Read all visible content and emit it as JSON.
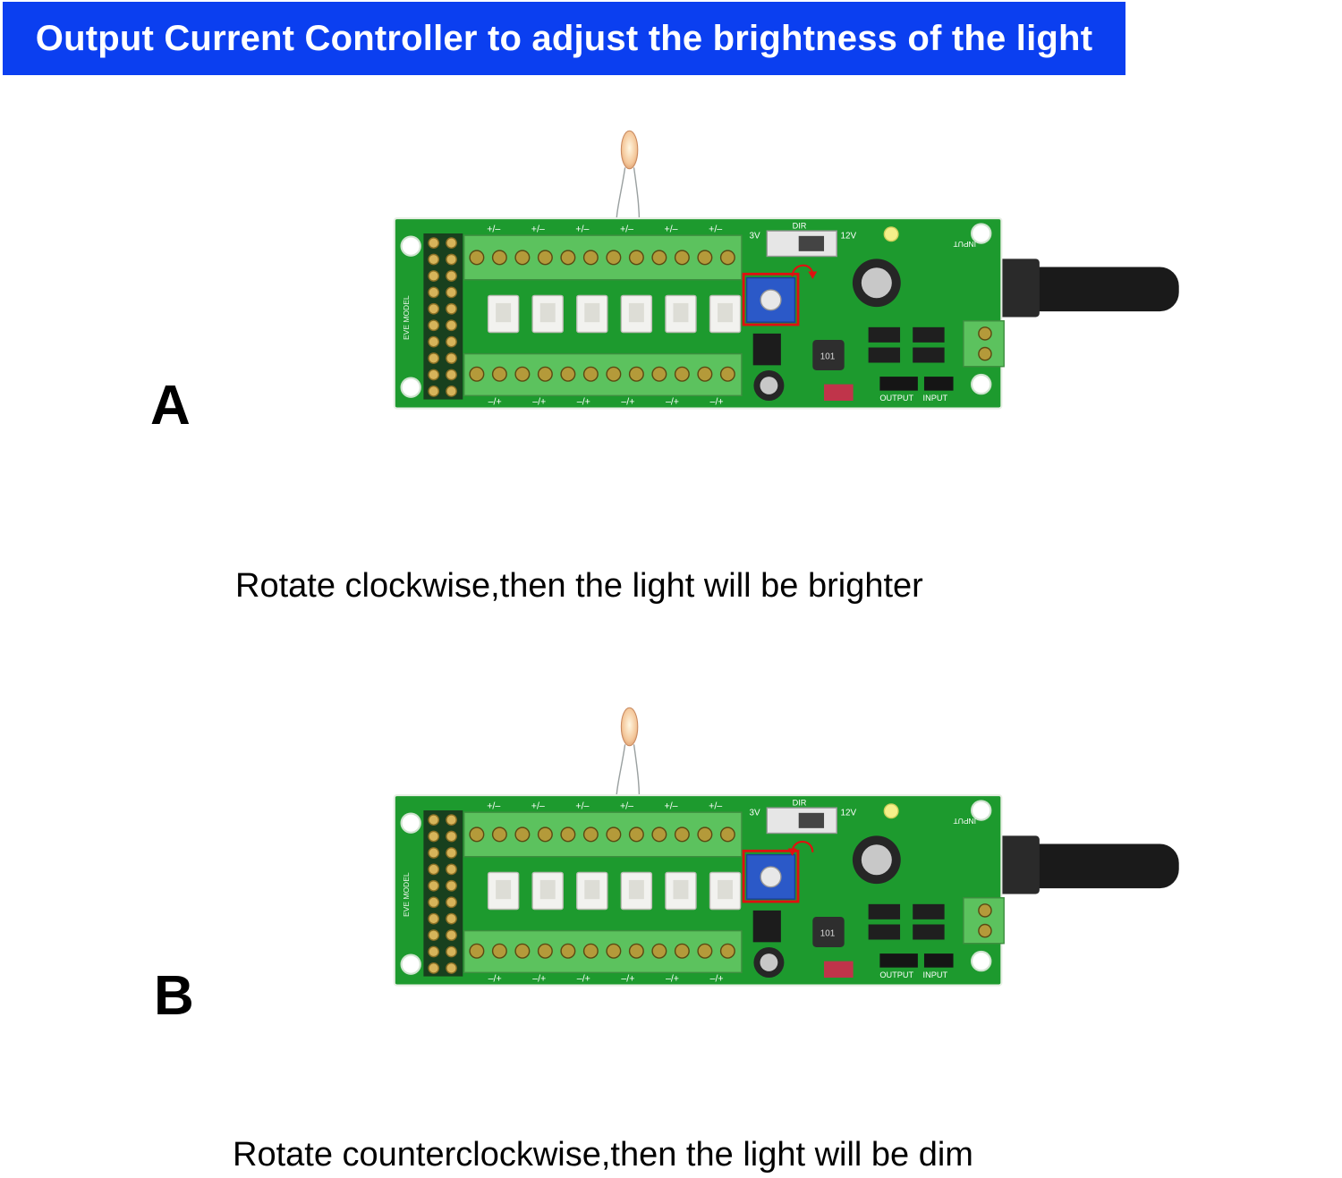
{
  "banner": {
    "title": "Output Current Controller to adjust the brightness of the light",
    "bg_color": "#0b3ff0"
  },
  "pcb": {
    "model_text": "EVE MODEL",
    "top_terminal_labels": [
      "+/–",
      "+/–",
      "+/–",
      "+/–",
      "+/–",
      "+/–"
    ],
    "bottom_terminal_labels": [
      "–/+",
      "–/+",
      "–/+",
      "–/+",
      "–/+",
      "–/+"
    ],
    "output_label": "OUTPUT",
    "input_label": "INPUT",
    "input_side_label": "INPUT",
    "dir_label": "DIR",
    "v3_label": "3V",
    "v12_label": "12V",
    "inductor_label": "101",
    "board_color": "#1d9a2e",
    "highlight_color": "#e01010"
  },
  "panels": [
    {
      "letter": "A",
      "caption": "Rotate clockwise,then the light will be brighter",
      "arrow": "clockwise"
    },
    {
      "letter": "B",
      "caption": "Rotate counterclockwise,then the light will be dim",
      "arrow": "counterclockwise"
    }
  ]
}
